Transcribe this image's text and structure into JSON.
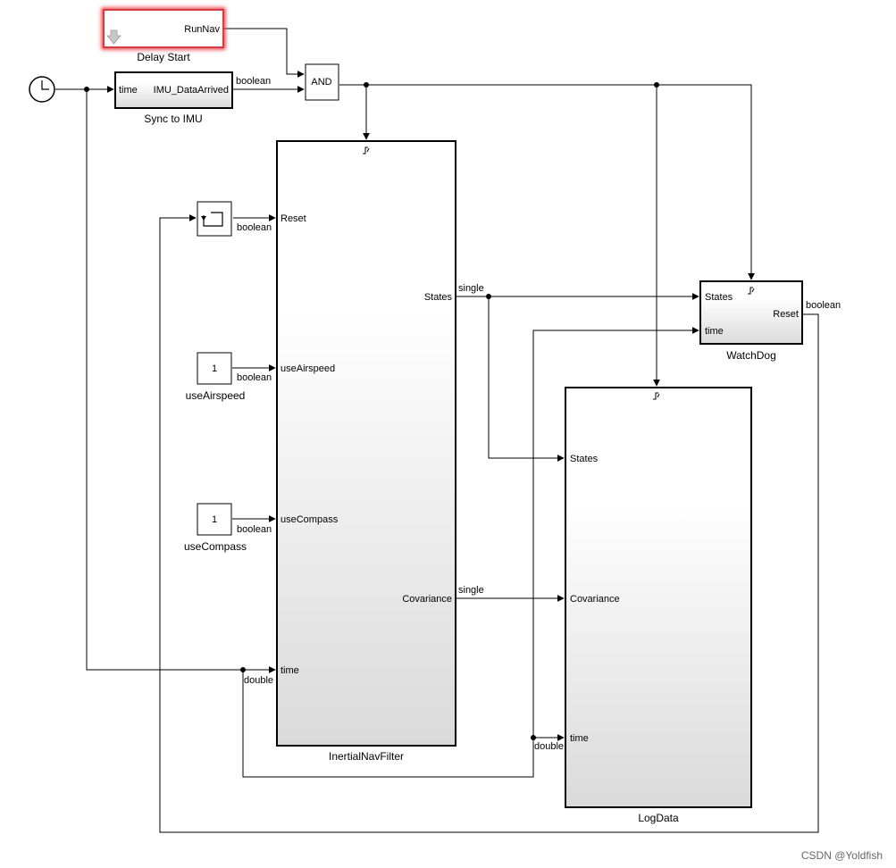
{
  "blocks": {
    "delay_start": {
      "caption": "Delay Start",
      "port_out": "RunNav"
    },
    "sync_imu": {
      "caption": "Sync to IMU",
      "port_in": "time",
      "port_out": "IMU_DataArrived"
    },
    "and_gate": {
      "label": "AND"
    },
    "use_airspeed": {
      "value": "1",
      "caption": "useAirspeed"
    },
    "use_compass": {
      "value": "1",
      "caption": "useCompass"
    },
    "ins_filter": {
      "caption": "InertialNavFilter",
      "inputs": [
        "Reset",
        "useAirspeed",
        "useCompass",
        "time"
      ],
      "outputs": [
        "States",
        "Covariance"
      ]
    },
    "watchdog": {
      "caption": "WatchDog",
      "inputs": [
        "States",
        "time"
      ],
      "output": "Reset"
    },
    "logdata": {
      "caption": "LogData",
      "inputs": [
        "States",
        "Covariance",
        "time"
      ]
    }
  },
  "signals": {
    "sync_out": "boolean",
    "delay_out": "boolean",
    "airspeed_out": "boolean",
    "compass_out": "boolean",
    "time_in": "double",
    "states_out": "single",
    "covariance_out": "single",
    "watchdog_out": "boolean",
    "log_time": "double"
  },
  "watermark": "CSDN @Yoldfish",
  "colors": {
    "highlight": "#e8373c",
    "block_border": "#000000",
    "wire": "#000000",
    "fill_bottom": "#dadada"
  }
}
